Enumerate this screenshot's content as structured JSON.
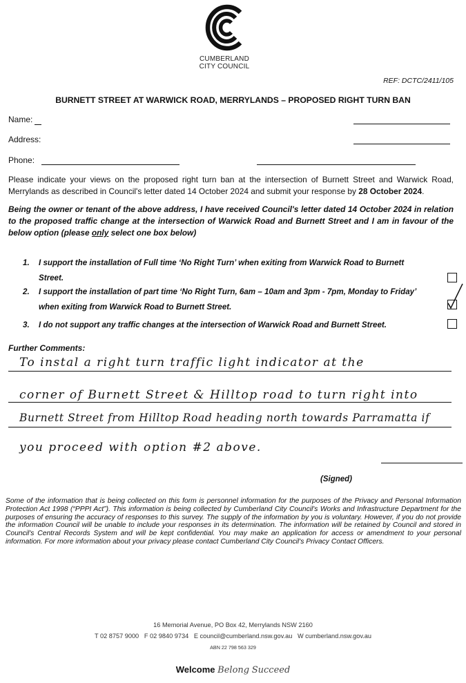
{
  "header": {
    "council_name_line1": "CUMBERLAND",
    "council_name_line2": "CITY COUNCIL",
    "ref": "REF: DCTC/2411/105",
    "title": "BURNETT STREET AT WARWICK ROAD, MERRYLANDS – PROPOSED RIGHT TURN BAN"
  },
  "form": {
    "name_label": "Name:",
    "address_label": "Address:",
    "phone_label": "Phone:"
  },
  "intro": {
    "text": "Please indicate your views on the proposed right turn ban at the intersection of Burnett Street and Warwick Road, Merrylands as described in Council's letter dated 14 October 2024 and submit your response by ",
    "deadline": "28 October 2024",
    "end": "."
  },
  "declaration": {
    "part1": "Being the owner or tenant of the above address, I have received Council's letter dated 14 October 2024 in relation to the proposed traffic change at the intersection of Warwick Road and Burnett Street and I am in favour of the below option (please ",
    "only": "only",
    "part2": " select one box below)"
  },
  "options": [
    {
      "number": "1.",
      "line1": "I support the installation of Full time ‘No Right Turn’ when exiting from Warwick Road to Burnett",
      "line2": "Street.",
      "checked": false
    },
    {
      "number": "2.",
      "line1": "I support the installation of part time ‘No Right Turn, 6am – 10am and 3pm - 7pm, Monday to Friday’",
      "line2": "when exiting from Warwick Road to Burnett Street.",
      "checked": true
    },
    {
      "number": "3.",
      "line1": "I do not support any traffic changes at the intersection of Warwick Road and Burnett Street.",
      "line2": "",
      "checked": false
    }
  ],
  "comments": {
    "heading": "Further Comments:",
    "lines": [
      "To instal a right turn traffic light indicator at the",
      "corner of Burnett Street & Hilltop road to turn right into",
      "Burnett Street from Hilltop Road heading north towards Parramatta if",
      "you proceed with option #2 above."
    ]
  },
  "signature": {
    "signed_label": "(Signed)"
  },
  "privacy": {
    "text": "Some of the information that is being collected on this form is personnel information for the purposes of the Privacy and Personal Information Protection Act 1998 (“PPPI Act”). This information is being collected by Cumberland City Council's Works and Infrastructure Department for the purposes of ensuring the accuracy of responses to this survey. The supply of the information by you is voluntary. However, if you do not provide the information Council will be unable to include your responses in its determination. The information will be retained by Council and stored in Council's Central Records System and will be kept confidential. You may make an application for access or amendment to your personal information. For more information about your privacy please contact Cumberland City Council's Privacy Contact Officers."
  },
  "footer": {
    "address": "16 Memorial Avenue, PO Box 42, Merrylands NSW 2160",
    "contacts": "T 02 8757 9000   F 02 9840 9734   E council@cumberland.nsw.gov.au   W cumberland.nsw.gov.au",
    "abn": "ABN 22 798 563 329",
    "tagline_welcome": "Welcome",
    "tagline_belong": "Belong",
    "tagline_succeed": "Succeed"
  },
  "colors": {
    "ink": "#111111",
    "paper": "#ffffff"
  }
}
